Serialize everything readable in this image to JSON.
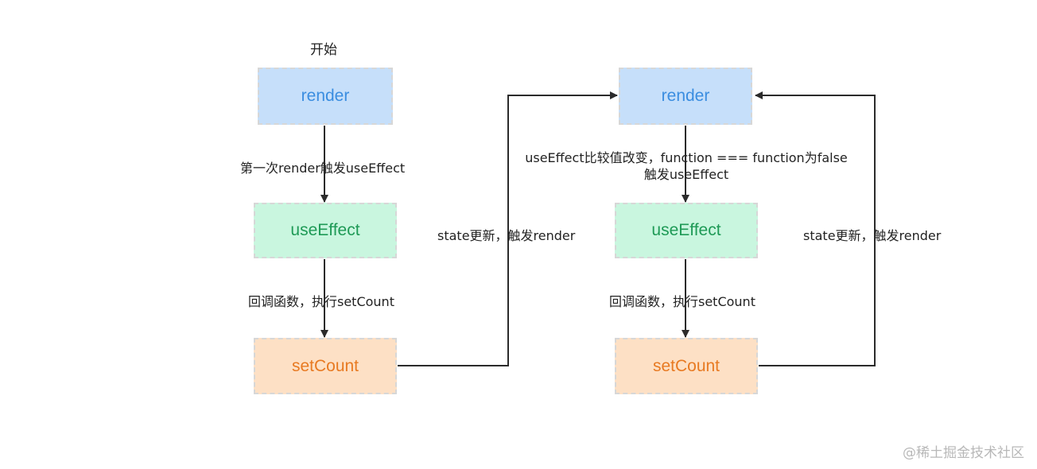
{
  "start_label": "开始",
  "left": {
    "render": "render",
    "edge_render_effect": "第一次render触发useEffect",
    "useEffect": "useEffect",
    "edge_effect_set": "回调函数，执行setCount",
    "setCount": "setCount",
    "edge_back": "state更新，触发render"
  },
  "right": {
    "render": "render",
    "edge_render_effect_line1": "useEffect比较值改变，function === function为false",
    "edge_render_effect_line2": "触发useEffect",
    "useEffect": "useEffect",
    "edge_effect_set": "回调函数，执行setCount",
    "setCount": "setCount",
    "edge_back": "state更新，触发render"
  },
  "watermark": "@稀土掘金技术社区",
  "colors": {
    "render_fill": "#c6dffa",
    "render_text": "#3a8de0",
    "effect_fill": "#c9f6df",
    "effect_text": "#1e9a56",
    "set_fill": "#fde0c5",
    "set_text": "#e87a22",
    "arrow": "#2b2b2b"
  }
}
